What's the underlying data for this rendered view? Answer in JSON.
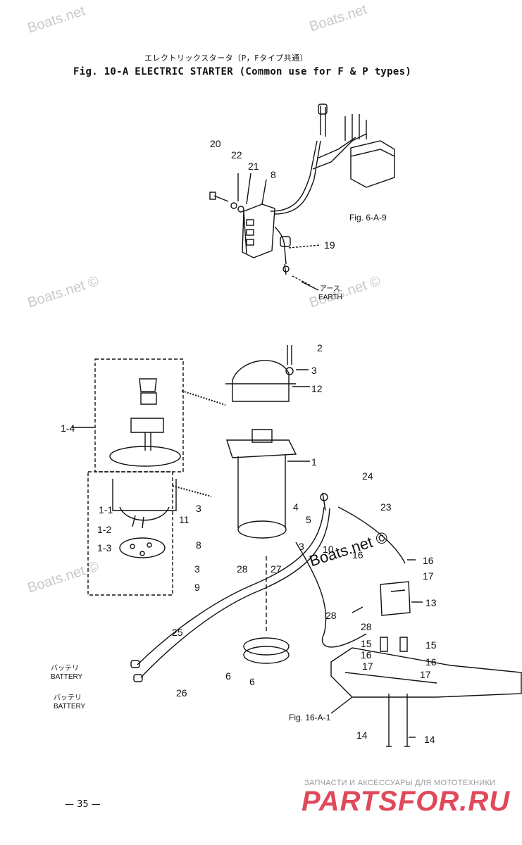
{
  "watermarks": [
    "Boats.net",
    "Boats.net",
    "Boats.net ©",
    "Boats.net ©",
    "Boats.net ©"
  ],
  "title_jp": "エレクトリックスタータ（P，Fタイプ共通）",
  "title": "Fig. 10-A   ELECTRIC STARTER (Common use for F & P types)",
  "ref_fig_6": "Fig. 6-A-9",
  "ref_fig_16": "Fig. 16-A-1",
  "earth_jp": "アース",
  "earth": "EARTH",
  "battery_jp": "バッテリ",
  "battery": "BATTERY",
  "boatsnet_overlay": "Boats.net ©",
  "page_number": "— 35 —",
  "ad_text": "ЗАПЧАСТИ И АКСЕССУАРЫ ДЛЯ МОТОТЕХНИКИ",
  "ad_logo": "PARTSFOR.RU",
  "parts": {
    "p20": "20",
    "p22": "22",
    "p21": "21",
    "p8": "8",
    "p19": "19",
    "p2": "2",
    "p3a": "3",
    "p12": "12",
    "p1_4": "1-4",
    "p1": "1",
    "p24": "24",
    "p23": "23",
    "p3b": "3",
    "p4": "4",
    "p5": "5",
    "p11": "11",
    "p1_1": "1-1",
    "p1_2": "1-2",
    "p1_3": "1-3",
    "p8b": "8",
    "p3c": "3",
    "p10": "10",
    "p16a": "16",
    "p16b": "16",
    "p17a": "17",
    "p3d": "3",
    "p9": "9",
    "p28a": "28",
    "p27": "27",
    "p13": "13",
    "p28b": "28",
    "p28c": "28",
    "p15a": "15",
    "p15b": "15",
    "p25": "25",
    "p16c": "16",
    "p16d": "16",
    "p17b": "17",
    "p17c": "17",
    "p6a": "6",
    "p6b": "6",
    "p26": "26",
    "p14a": "14",
    "p14b": "14"
  }
}
